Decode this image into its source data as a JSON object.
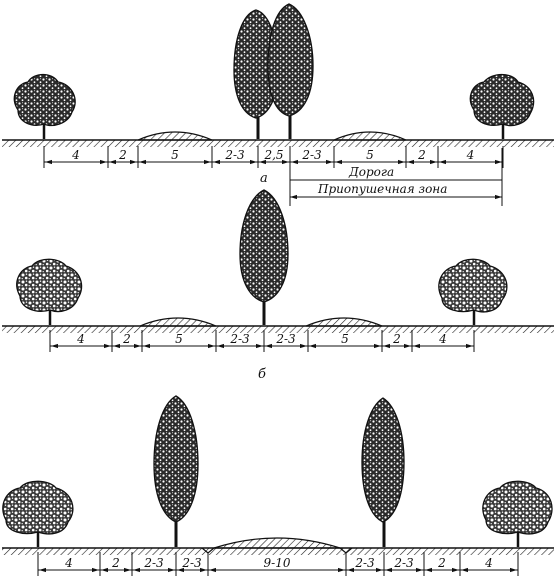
{
  "diagrams": [
    {
      "caption": "а",
      "segments": [
        "4",
        "2",
        "5",
        "2-3",
        "2,5",
        "2-3",
        "5",
        "2",
        "4"
      ],
      "road_label": "Дорога",
      "zone_label": "Приопушечная зона"
    },
    {
      "caption": "б",
      "segments": [
        "4",
        "2",
        "5",
        "2-3",
        "2-3",
        "5",
        "2",
        "4"
      ]
    },
    {
      "caption": "",
      "segments": [
        "4",
        "2",
        "2-3",
        "2-3",
        "9-10",
        "2-3",
        "2-3",
        "2",
        "4"
      ]
    }
  ]
}
